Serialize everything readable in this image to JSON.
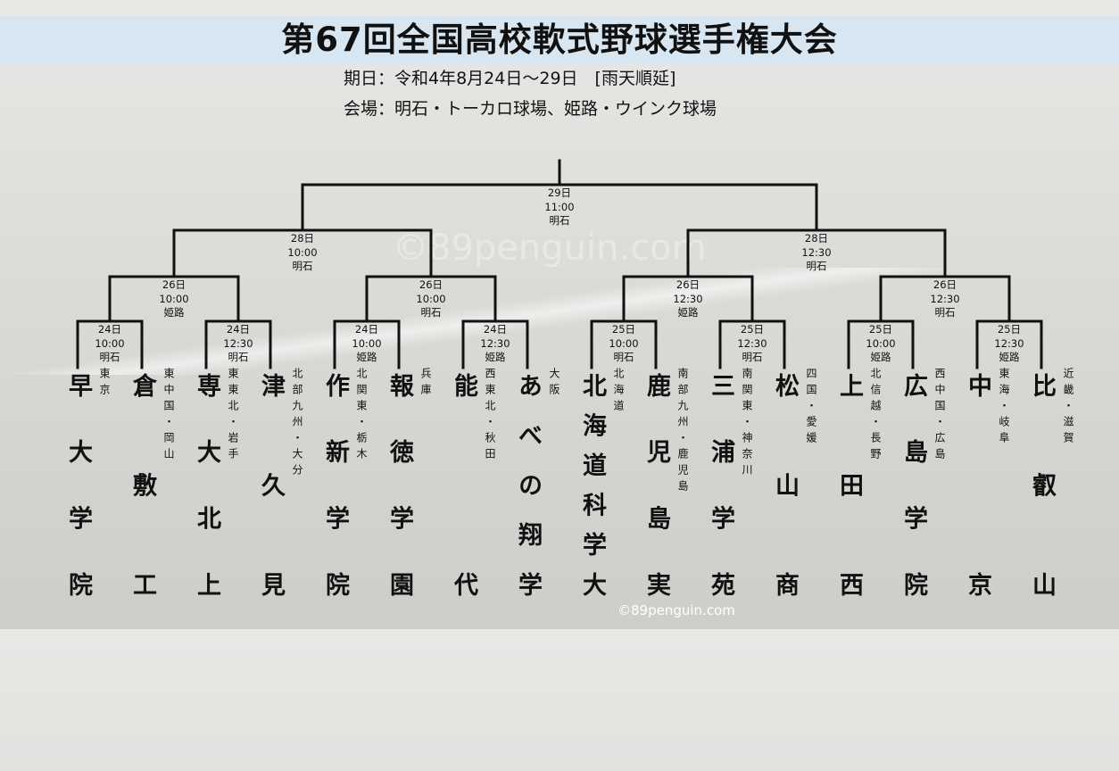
{
  "title": "第67回全国高校軟式野球選手権大会",
  "dates": "期日：令和4年8月24日～29日　[雨天順延]",
  "venues": "会場：明石・トーカロ球場、姫路・ウインク球場",
  "watermark": "©89penguin.com",
  "watermark_bottom": "©89penguin.com",
  "teams": [
    {
      "name": "早大学院",
      "region": "東京"
    },
    {
      "name": "倉敷工",
      "region": "東中国・岡山"
    },
    {
      "name": "専大北上",
      "region": "東東北・岩手"
    },
    {
      "name": "津久見",
      "region": "北部九州・大分"
    },
    {
      "name": "作新学院",
      "region": "北関東・栃木"
    },
    {
      "name": "報徳学園",
      "region": "兵庫"
    },
    {
      "name": "能代",
      "region": "西東北・秋田"
    },
    {
      "name": "あべの翔学",
      "region": "大阪"
    },
    {
      "name": "北海道科学大",
      "region": "北海道"
    },
    {
      "name": "鹿児島実",
      "region": "南部九州・鹿児島"
    },
    {
      "name": "三浦学苑",
      "region": "南関東・神奈川"
    },
    {
      "name": "松山商",
      "region": "四国・愛媛"
    },
    {
      "name": "上田西",
      "region": "北信越・長野"
    },
    {
      "name": "広島学院",
      "region": "西中国・広島"
    },
    {
      "name": "中京",
      "region": "東海・岐阜"
    },
    {
      "name": "比叡山",
      "region": "近畿・滋賀"
    }
  ],
  "rounds": [
    [
      {
        "date": "24日",
        "time": "10:00",
        "venue": "明石"
      },
      {
        "date": "24日",
        "time": "12:30",
        "venue": "明石"
      },
      {
        "date": "24日",
        "time": "10:00",
        "venue": "姫路"
      },
      {
        "date": "24日",
        "time": "12:30",
        "venue": "姫路"
      },
      {
        "date": "25日",
        "time": "10:00",
        "venue": "明石"
      },
      {
        "date": "25日",
        "time": "12:30",
        "venue": "明石"
      },
      {
        "date": "25日",
        "time": "10:00",
        "venue": "姫路"
      },
      {
        "date": "25日",
        "time": "12:30",
        "venue": "姫路"
      }
    ],
    [
      {
        "date": "26日",
        "time": "10:00",
        "venue": "姫路"
      },
      {
        "date": "26日",
        "time": "10:00",
        "venue": "明石"
      },
      {
        "date": "26日",
        "time": "12:30",
        "venue": "姫路"
      },
      {
        "date": "26日",
        "time": "12:30",
        "venue": "明石"
      }
    ],
    [
      {
        "date": "28日",
        "time": "10:00",
        "venue": "明石"
      },
      {
        "date": "28日",
        "time": "12:30",
        "venue": "明石"
      }
    ],
    [
      {
        "date": "29日",
        "time": "11:00",
        "venue": "明石"
      }
    ]
  ]
}
